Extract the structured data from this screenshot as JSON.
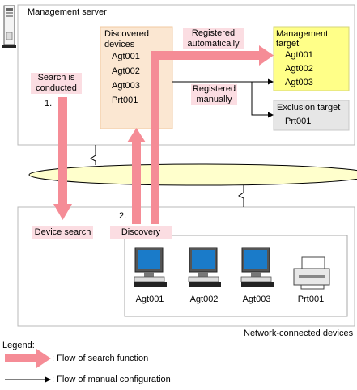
{
  "management_server": {
    "title": "Management server"
  },
  "discovered": {
    "title": "Discovered devices",
    "items": [
      "Agt001",
      "Agt002",
      "Agt003",
      "Prt001"
    ]
  },
  "management_target": {
    "title": "Management target",
    "items": [
      "Agt001",
      "Agt002",
      "Agt003"
    ]
  },
  "exclusion_target": {
    "title": "Exclusion target",
    "items": [
      "Prt001"
    ]
  },
  "labels": {
    "registered_automatically": "Registered automatically",
    "registered_manually": "Registered manually",
    "search_conducted": "Search is conducted",
    "step1": "1.",
    "step2": "2.",
    "device_search": "Device search",
    "discovery": "Discovery"
  },
  "network": {
    "title": "Network-connected devices",
    "devices": [
      "Agt001",
      "Agt002",
      "Agt003",
      "Prt001"
    ]
  },
  "legend": {
    "title": "Legend:",
    "search_flow": ": Flow of search function",
    "manual_flow": ": Flow of manual configuration"
  },
  "colors": {
    "arrow_pink": "#f58c96",
    "label_pink": "#fbdde2",
    "discovered_bg": "#fbe7d2",
    "target_bg": "#ffff88",
    "exclusion_bg": "#e6e6e6",
    "network_ring": "#ffffcc"
  }
}
